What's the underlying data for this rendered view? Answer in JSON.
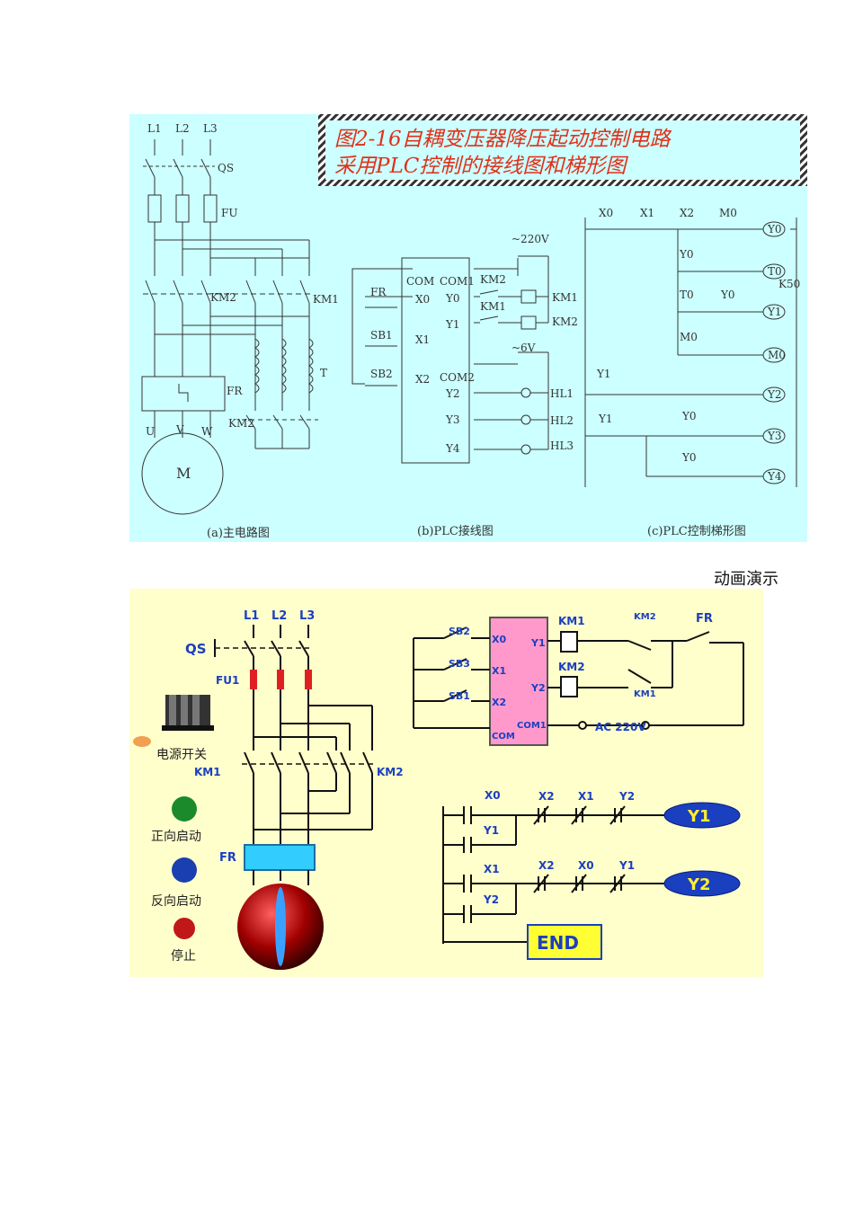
{
  "figure1": {
    "title_line1": "图2-16自耦变压器降压起动控制电路",
    "title_line2": "采用PLC控制的接线图和梯形图",
    "main_circuit": {
      "phases": [
        "L1",
        "L2",
        "L3"
      ],
      "qs": "QS",
      "fu": "FU",
      "km2": "KM2",
      "km1": "KM1",
      "t": "T",
      "fr": "FR",
      "km2_lower": "KM2",
      "u": "U",
      "v": "V",
      "w": "W",
      "motor": "M",
      "caption": "(a)主电路图"
    },
    "plc_wiring": {
      "com": "COM",
      "com1": "COM1",
      "com2": "COM2",
      "inputs": [
        "X0",
        "X1",
        "X2"
      ],
      "in_devices": [
        "FR",
        "SB1",
        "SB2"
      ],
      "outputs": [
        "Y0",
        "Y1",
        "Y2",
        "Y3",
        "Y4"
      ],
      "v220": "~220V",
      "v6": "~6V",
      "interlock1": "KM2",
      "interlock2": "KM1",
      "coils": [
        "KM1",
        "KM2"
      ],
      "lamps": [
        "HL1",
        "HL2",
        "HL3"
      ],
      "caption": "(b)PLC接线图"
    },
    "ladder": {
      "row1_contacts": [
        "X0",
        "X1",
        "X2",
        "M0"
      ],
      "row1_coil": "Y0",
      "row2_contact": "Y0",
      "row2_coil": "T0",
      "k": "K50",
      "row3_contacts": [
        "T0",
        "Y0"
      ],
      "row3_coil": "Y1",
      "row4_contact": "M0",
      "row4_coil": "M0",
      "row5_contact": "Y1",
      "row5_coil": "Y2",
      "row6_contacts": [
        "Y1",
        "Y0"
      ],
      "row6_coil": "Y3",
      "row7_contact": "Y0",
      "row7_coil": "Y4",
      "caption": "(c)PLC控制梯形图"
    }
  },
  "animation_label": "动画演示",
  "figure2": {
    "phases": [
      "L1",
      "L2",
      "L3"
    ],
    "qs": "QS",
    "fu1": "FU1",
    "km1": "KM1",
    "km2": "KM2",
    "fr": "FR",
    "power_switch": "电源开关",
    "buttons": [
      {
        "label": "正向启动",
        "color": "#1a8a2a"
      },
      {
        "label": "反向启动",
        "color": "#1a3fb0"
      },
      {
        "label": "停止",
        "color": "#c01818"
      }
    ],
    "plc": {
      "inputs": [
        "SB2",
        "SB3",
        "SB1"
      ],
      "terms": [
        "X0",
        "X1",
        "X2"
      ],
      "com": "COM",
      "com1": "COM1",
      "y1": "Y1",
      "y2": "Y2",
      "coil1": "KM1",
      "coil2": "KM2",
      "contact1": "KM2",
      "contact2": "KM1",
      "fr": "FR",
      "ac": "AC 220V"
    },
    "ladder": {
      "rung1_contacts": [
        "X0",
        "X2",
        "X1",
        "Y2"
      ],
      "rung1_parallel": "Y1",
      "rung1_coil": "Y1",
      "rung2_contacts": [
        "X1",
        "X2",
        "X0",
        "Y1"
      ],
      "rung2_parallel": "Y2",
      "rung2_coil": "Y2",
      "end": "END"
    }
  }
}
